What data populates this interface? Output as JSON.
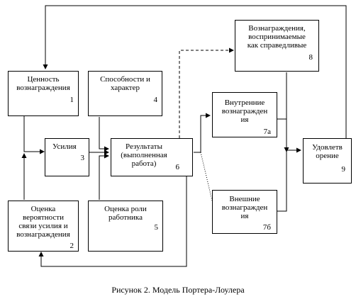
{
  "boxes": {
    "b1": {
      "label": "Ценность\nвознаграждения",
      "num": "1"
    },
    "b2": {
      "label": "Оценка\nвероятности\nсвязи усилия и\nвознаграждения",
      "num": "2"
    },
    "b3": {
      "label": "Усилия",
      "num": "3"
    },
    "b4": {
      "label": "Способности и\nхарактер",
      "num": "4"
    },
    "b5": {
      "label": "Оценка роли\nработника",
      "num": "5"
    },
    "b6": {
      "label": "Результаты\n(выполненная\nработа)",
      "num": "6"
    },
    "b7a": {
      "label": "Внутренние\nвознагражден\nия",
      "num": "7а"
    },
    "b7b": {
      "label": "Внешние\nвознагражден\nия",
      "num": "7б"
    },
    "b8": {
      "label": "Вознаграждения,\nвоспринимаемые\nкак справедливые",
      "num": "8"
    },
    "b9": {
      "label": "Удовлетв\nорение",
      "num": "9"
    }
  },
  "caption": "Рисунок 2. Модель Портера-Лоулера"
}
